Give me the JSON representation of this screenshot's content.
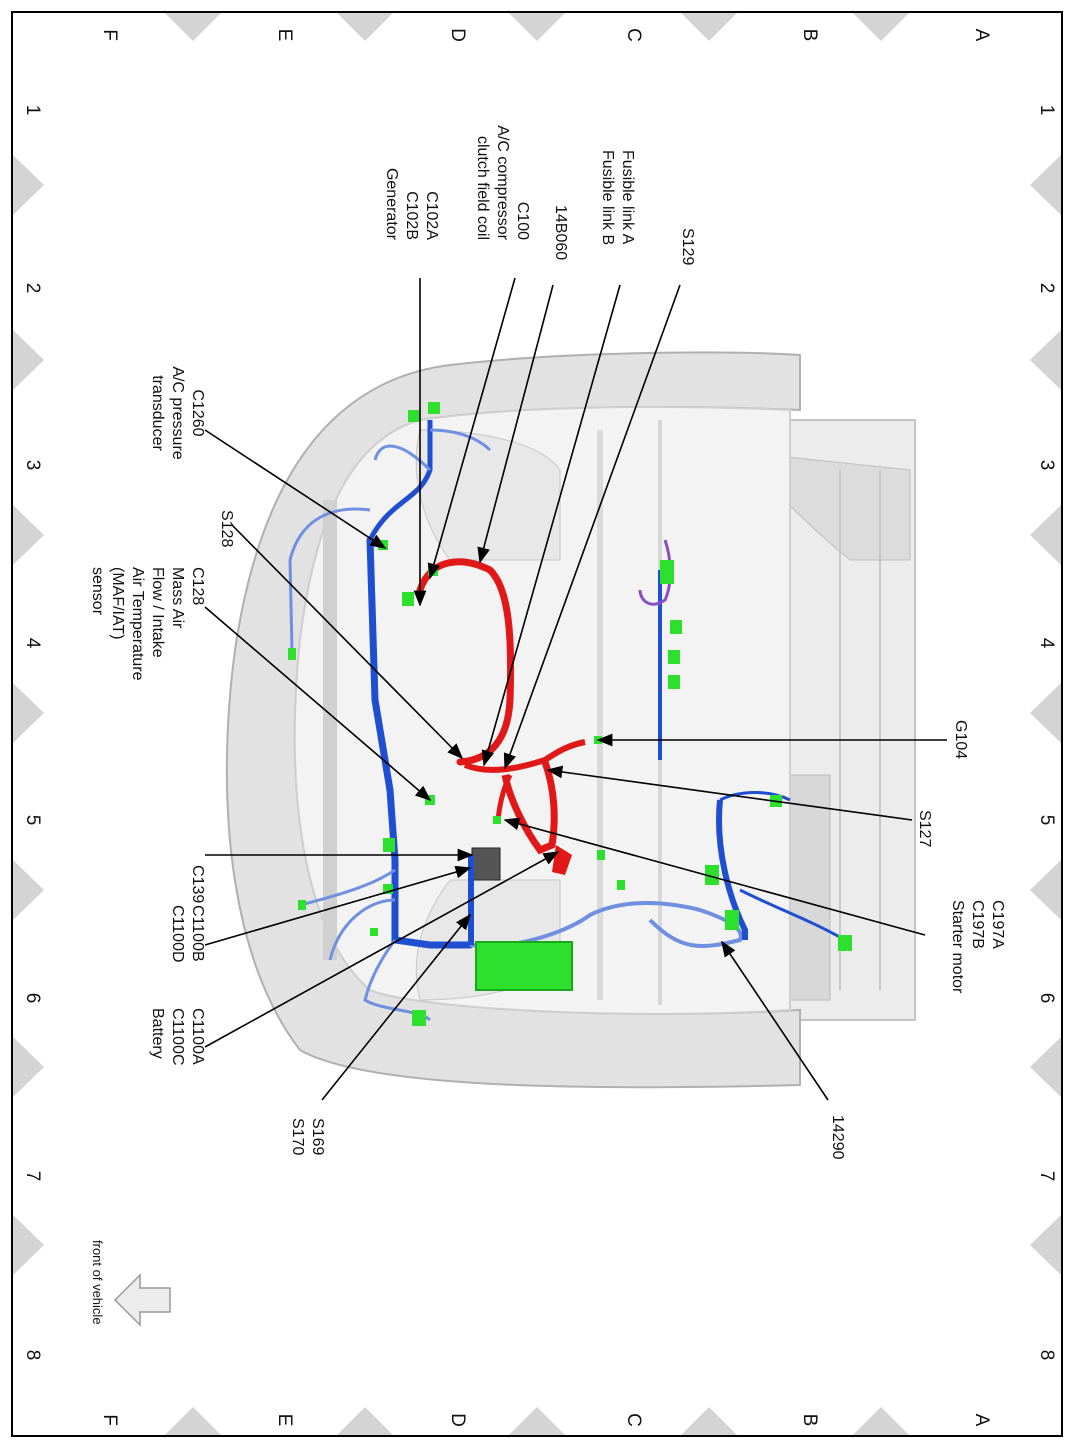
{
  "grid": {
    "letters": [
      "A",
      "B",
      "C",
      "D",
      "E",
      "F"
    ],
    "numbers": [
      "1",
      "2",
      "3",
      "4",
      "5",
      "6",
      "7",
      "8"
    ]
  },
  "labels": {
    "s129": [
      "S129"
    ],
    "fusible_links": [
      "Fusible link A",
      "Fusible link B"
    ],
    "c14b060": [
      "14B060"
    ],
    "c100": [
      "C100",
      "A/C compressor",
      "clutch field coil"
    ],
    "c102": [
      "C102A",
      "C102B",
      "Generator"
    ],
    "c1260": [
      "C1260",
      "A/C pressure",
      "transducer"
    ],
    "s128": [
      "S128"
    ],
    "c128": [
      "C128",
      "Mass Air",
      "Flow / Intake",
      "Air Temperature",
      "(MAF/IAT)",
      "sensor"
    ],
    "c139": [
      "C139"
    ],
    "c1100b": [
      "C1100B",
      "C1100D"
    ],
    "c1100a": [
      "C1100A",
      "C1100C",
      "Battery"
    ],
    "s169": [
      "S169",
      "S170"
    ],
    "g104": [
      "G104"
    ],
    "s127": [
      "S127"
    ],
    "c197": [
      "C197A",
      "C197B",
      "Starter motor"
    ],
    "c14290": [
      "14290"
    ]
  },
  "front_note": "front of vehicle",
  "colors": {
    "harness_main": "#1f4fd0",
    "harness_light": "#6f8fe0",
    "battery_cable": "#e01818",
    "connector": "#2ee02e",
    "purple_branch": "#8a4fc0",
    "chassis": "#e4e4e4"
  }
}
